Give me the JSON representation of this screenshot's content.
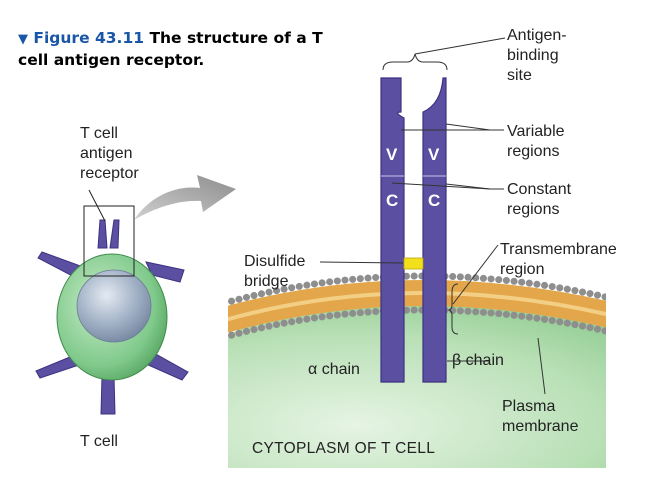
{
  "caption": {
    "marker": "▼",
    "figure": "Figure 43.11",
    "text": "The structure of a T cell antigen receptor."
  },
  "labels": {
    "receptor": "T cell antigen receptor",
    "t_cell": "T cell",
    "antigen_site": "Antigen-binding site",
    "variable": "Variable regions",
    "constant": "Constant regions",
    "transmembrane": "Transmembrane region",
    "disulfide": "Disulfide bridge",
    "alpha": "α chain",
    "beta": "β chain",
    "plasma": "Plasma membrane",
    "cytoplasm": "CYTOPLASM OF T CELL",
    "v_left": "V",
    "v_right": "V",
    "c_left": "C",
    "c_right": "C"
  },
  "colors": {
    "chain": "#5b4fa2",
    "chain_edge": "#3c3280",
    "cytoplasm": "#9fd4a0",
    "membrane": "#e8a94a",
    "bead": "#9a9a9a",
    "disulfide": "#f2e01a",
    "cell_body": "#7fc98a",
    "nucleus": "#8ea3bd",
    "arrow": "#9a9a9a",
    "caption_accent": "#1a56a8"
  }
}
